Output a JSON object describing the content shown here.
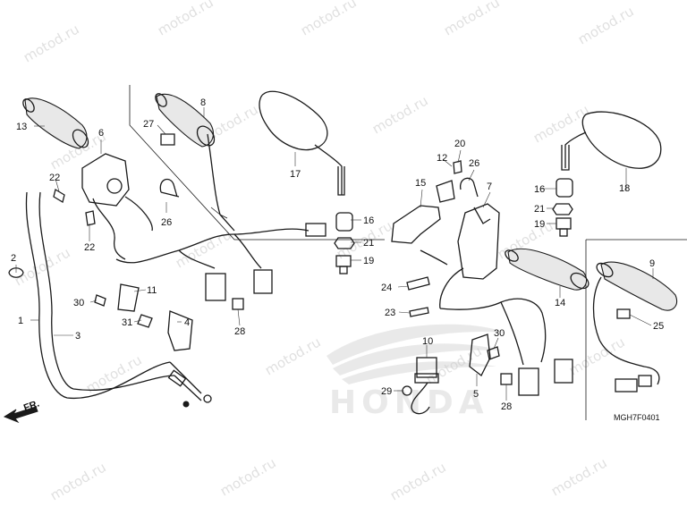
{
  "watermark": "motod.ru",
  "brand_logo_text": "HONDA",
  "diagram_code": "MGH7F0401",
  "direction_label": "FR.",
  "callouts": {
    "c1": "1",
    "c2": "2",
    "c3": "3",
    "c4": "4",
    "c5": "5",
    "c6": "6",
    "c7": "7",
    "c8": "8",
    "c9": "9",
    "c10": "10",
    "c11": "11",
    "c12": "12",
    "c13": "13",
    "c14": "14",
    "c15": "15",
    "c16a": "16",
    "c16b": "16",
    "c17": "17",
    "c18": "18",
    "c19a": "19",
    "c19b": "19",
    "c20": "20",
    "c21a": "21",
    "c21b": "21",
    "c22a": "22",
    "c22b": "22",
    "c23": "23",
    "c24": "24",
    "c25": "25",
    "c26a": "26",
    "c26b": "26",
    "c27": "27",
    "c28a": "28",
    "c28b": "28",
    "c29": "29",
    "c30a": "30",
    "c30b": "30",
    "c31": "31"
  }
}
